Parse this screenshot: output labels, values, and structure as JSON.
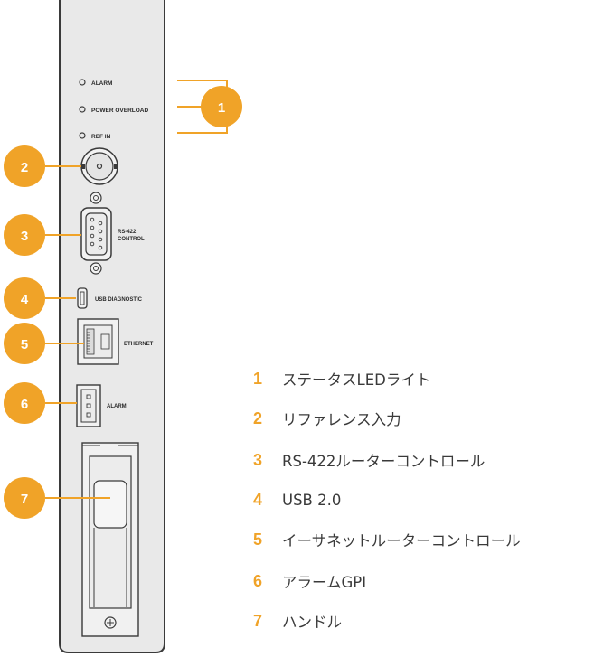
{
  "panel": {
    "leds": [
      {
        "label": "ALARM"
      },
      {
        "label": "POWER OVERLOAD"
      },
      {
        "label": "REF IN"
      }
    ],
    "rs422_label_line1": "RS-422",
    "rs422_label_line2": "CONTROL",
    "usb_label": "USB DIAGNOSTIC",
    "ethernet_label": "ETHERNET",
    "alarm_connector_label": "ALARM"
  },
  "callouts": [
    "1",
    "2",
    "3",
    "4",
    "5",
    "6",
    "7"
  ],
  "legend": [
    {
      "num": "1",
      "text": "ステータスLEDライト"
    },
    {
      "num": "2",
      "text": "リファレンス入力"
    },
    {
      "num": "3",
      "text": "RS-422ルーターコントロール"
    },
    {
      "num": "4",
      "text": "USB 2.0"
    },
    {
      "num": "5",
      "text": "イーサネットルーターコントロール"
    },
    {
      "num": "6",
      "text": "アラームGPI"
    },
    {
      "num": "7",
      "text": "ハンドル"
    }
  ],
  "colors": {
    "accent": "#f0a328",
    "panel": "#e8e8e8",
    "outline": "#3a3a3a"
  }
}
